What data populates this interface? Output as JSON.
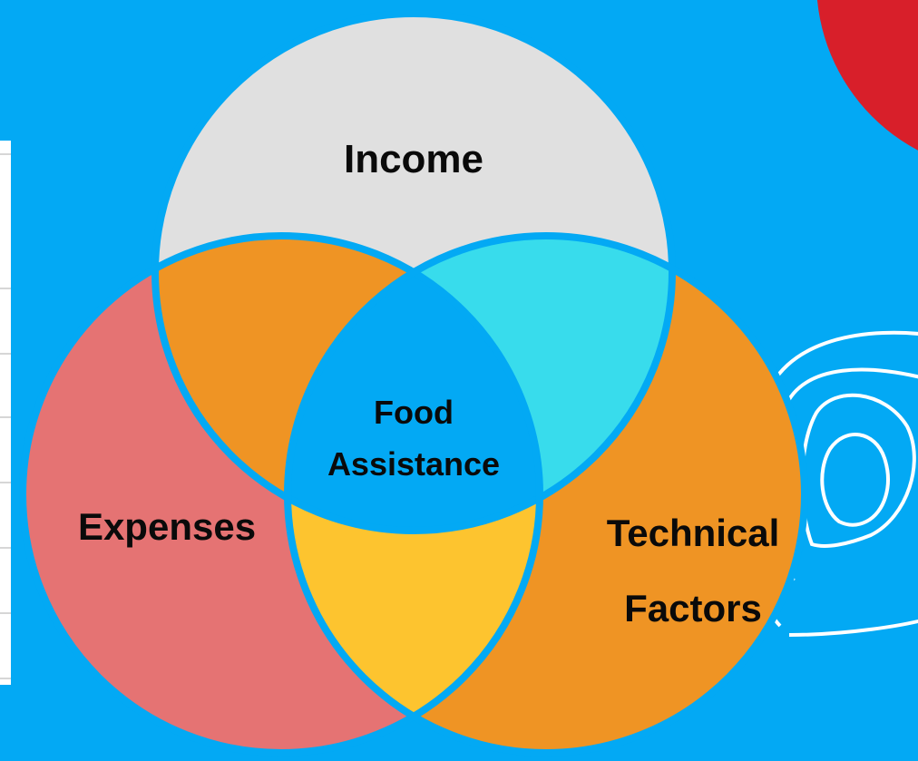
{
  "diagram": {
    "type": "venn",
    "labels": {
      "top": "Income",
      "left": "Expenses",
      "right_line1": "Technical",
      "right_line2": "Factors",
      "center_line1": "Food",
      "center_line2": "Assistance"
    },
    "colors": {
      "background": "#03a9f4",
      "top_circle": "#e0e0e0",
      "left_circle": "#e57373",
      "right_circle": "#ef9424",
      "top_left_overlap": "#ef9424",
      "top_right_overlap": "#38dcec",
      "left_right_overlap": "#fdc42f",
      "center": "#03a9f4",
      "corner_accent": "#d81f2a",
      "contour_lines": "#ffffff"
    }
  }
}
